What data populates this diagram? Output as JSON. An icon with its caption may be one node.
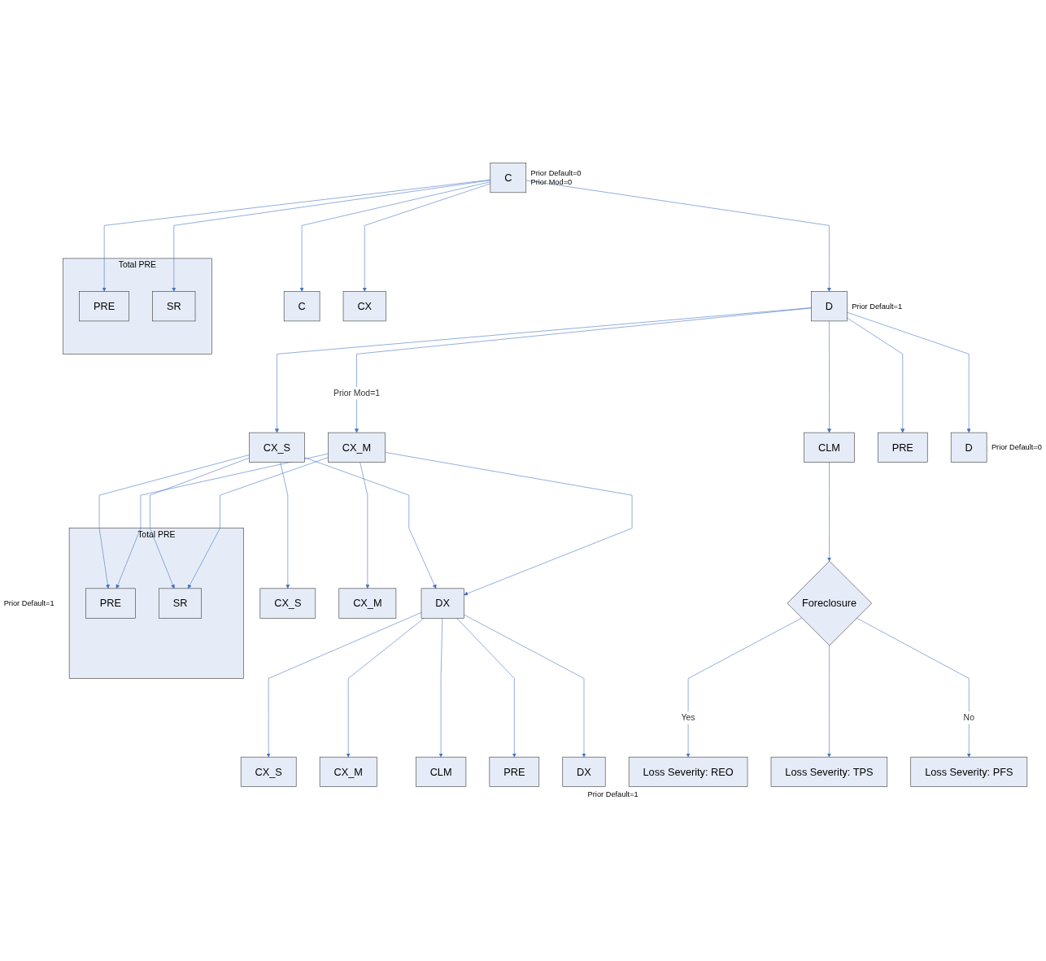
{
  "diagram": {
    "nodes": [
      {
        "text": [
          "C"
        ],
        "beside": [
          "Prior Default=0",
          "Prior Mod=0"
        ]
      },
      {
        "text": [
          "C"
        ]
      },
      {
        "text": [
          "CX"
        ]
      },
      {
        "text": [
          "D"
        ],
        "beside": [
          "Prior Default=1"
        ]
      },
      {
        "text": [
          "Total PRE"
        ]
      },
      {
        "text": [
          "PRE"
        ],
        "in": 4
      },
      {
        "text": [
          "SR"
        ],
        "in": 4
      },
      {
        "text": [
          "CX_S"
        ]
      },
      {
        "text": [
          "CX_M"
        ]
      },
      {
        "text": [
          "CLM"
        ]
      },
      {
        "text": [
          "PRE"
        ]
      },
      {
        "text": [
          "D"
        ],
        "beside": [
          "Prior Default=0"
        ]
      },
      {
        "text": [
          "CX_S"
        ]
      },
      {
        "text": [
          "CX_M"
        ]
      },
      {
        "text": [
          "Foreclosure"
        ]
      },
      {
        "text": [
          "Loss Severity: REO"
        ]
      },
      {
        "text": [
          "Loss Severity: TPS"
        ]
      },
      {
        "text": [
          "Loss Severity: PFS"
        ]
      },
      {
        "text": [
          "DX"
        ]
      },
      {
        "text": [
          "Total PRE"
        ],
        "beside": [
          "Prior Default=1"
        ]
      },
      {
        "text": [
          "PRE"
        ],
        "in": 19
      },
      {
        "text": [
          "SR"
        ],
        "in": 19
      },
      {
        "text": [
          "CX_S"
        ]
      },
      {
        "text": [
          "CX_M"
        ]
      },
      {
        "text": [
          "CLM"
        ]
      },
      {
        "text": [
          "PRE"
        ]
      },
      {
        "text": [
          "DX"
        ],
        "beside": [
          "Prior Default=1"
        ]
      }
    ],
    "edges": [
      {
        "from": 0,
        "to": 1,
        "arrow": "to"
      },
      {
        "from": 0,
        "to": 2,
        "arrow": "to"
      },
      {
        "from": 0,
        "to": 3,
        "arrow": "to"
      },
      {
        "from": 0,
        "to": 5,
        "arrow": "to"
      },
      {
        "from": 0,
        "to": 6,
        "arrow": "to"
      },
      {
        "from": 3,
        "to": 7,
        "arrow": "to"
      },
      {
        "from": 3,
        "to": 8,
        "arrow": "to",
        "label": "Prior Mod=1"
      },
      {
        "from": 3,
        "to": 9,
        "arrow": "to"
      },
      {
        "from": 3,
        "to": 10,
        "arrow": "to"
      },
      {
        "from": 3,
        "to": 11,
        "arrow": "to"
      },
      {
        "from": 7,
        "to": 12,
        "arrow": "to"
      },
      {
        "from": 8,
        "to": 13,
        "arrow": "to"
      },
      {
        "from": 9,
        "to": 14,
        "arrow": "to"
      },
      {
        "from": 14,
        "to": 15,
        "arrow": "to",
        "label": "Yes"
      },
      {
        "from": 14,
        "to": 16,
        "arrow": "to"
      },
      {
        "from": 14,
        "to": 17,
        "arrow": "to",
        "label": "No"
      },
      {
        "from": 7,
        "to": 18,
        "arrow": "to"
      },
      {
        "from": 8,
        "to": 18,
        "arrow": "to"
      },
      {
        "from": 7,
        "to": 20,
        "arrow": "to"
      },
      {
        "from": 7,
        "to": 21,
        "arrow": "to"
      },
      {
        "from": 8,
        "to": 20,
        "arrow": "to"
      },
      {
        "from": 8,
        "to": 21,
        "arrow": "to"
      },
      {
        "from": 18,
        "to": 22,
        "arrow": "to"
      },
      {
        "from": 18,
        "to": 23,
        "arrow": "to"
      },
      {
        "from": 18,
        "to": 24,
        "arrow": "to"
      },
      {
        "from": 18,
        "to": 25,
        "arrow": "to"
      },
      {
        "from": 18,
        "to": 26,
        "arrow": "to"
      }
    ]
  }
}
